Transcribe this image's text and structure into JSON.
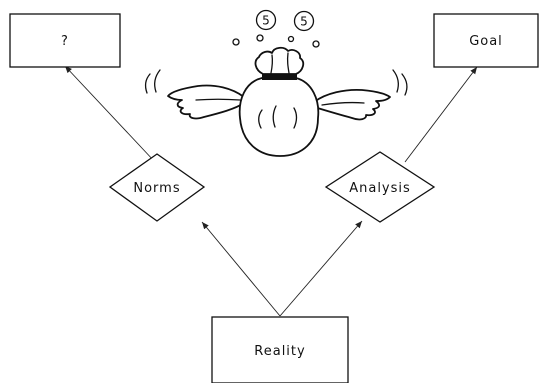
{
  "nodes": {
    "unknown": "?",
    "goal": "Goal",
    "norms": "Norms",
    "analysis": "Analysis",
    "reality": "Reality"
  },
  "illustration": {
    "subject": "flying money bag with wings",
    "coins": [
      "5",
      "5"
    ]
  }
}
